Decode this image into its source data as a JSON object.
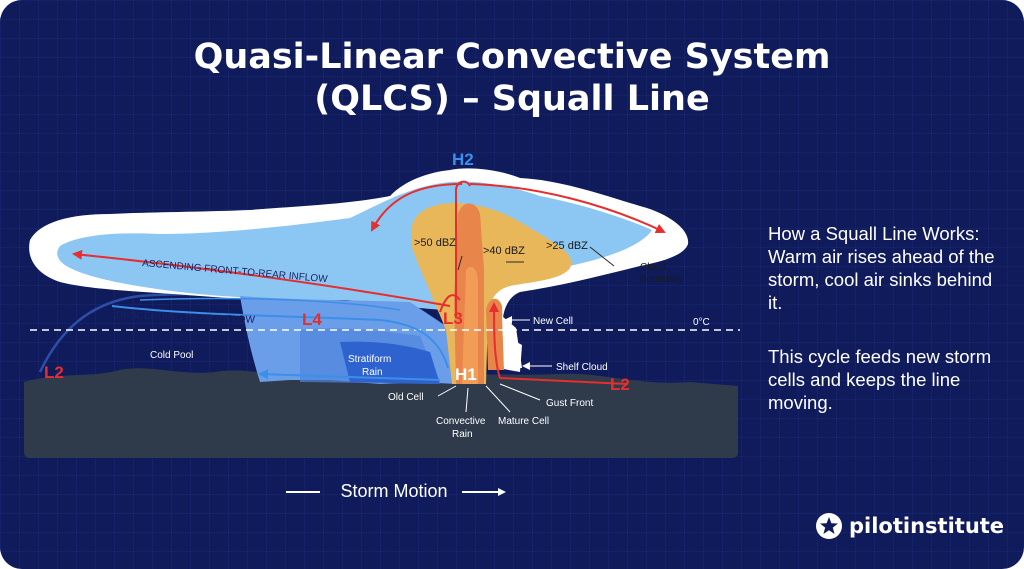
{
  "title": {
    "line1": "Quasi-Linear Convective System",
    "line2": "(QLCS) – Squall Line"
  },
  "sidebar": {
    "paragraph1": "How a Squall Line Works: Warm air rises ahead of the storm, cool air sinks behind it.",
    "paragraph2": "This cycle feeds new storm cells and keeps the line moving."
  },
  "diagram": {
    "pressure": {
      "h2": "H2",
      "h1": "H1",
      "l2_left": "L2",
      "l2_right": "L2",
      "l3": "L3",
      "l4": "L4"
    },
    "flows": {
      "ascending": "ASCENDING FRONT-TO-REAR INFLOW",
      "descending": "DESCENDING REAR INFLOW"
    },
    "reflectivity": {
      "dbz50": ">50 dBZ",
      "dbz40": ">40 dBZ",
      "dbz25": ">25 dBZ"
    },
    "labels": {
      "cloud_boundary_1": "Cloud",
      "cloud_boundary_2": "Boundary",
      "new_cell": "New Cell",
      "freezing": "0°C",
      "shelf_cloud": "Shelf Cloud",
      "gust_front": "Gust Front",
      "mature_cell": "Mature Cell",
      "old_cell": "Old Cell",
      "convective_rain_1": "Convective",
      "convective_rain_2": "Rain",
      "stratiform_rain_1": "Stratiform",
      "stratiform_rain_2": "Rain",
      "cold_pool": "Cold Pool"
    }
  },
  "motion": {
    "label": "Storm Motion"
  },
  "brand": {
    "name": "pilotinstitute"
  },
  "colors": {
    "background": "#101b5c",
    "cloud_blue": "#8cc6f3",
    "reflectivity_25": "#e8b75a",
    "reflectivity_40": "#e8854a",
    "ground": "#2f3b4a",
    "arrow_red": "#e62e2e",
    "arrow_blue": "#3b8fe8"
  }
}
